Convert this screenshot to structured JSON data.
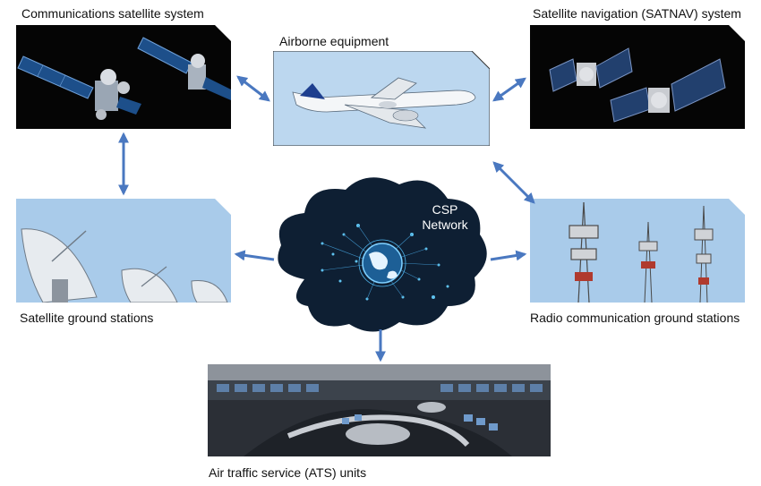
{
  "nodes": {
    "comm_sat": {
      "label": "Communications satellite system"
    },
    "satnav": {
      "label": "Satellite navigation (SATNAV) system"
    },
    "airborne": {
      "label": "Airborne equipment"
    },
    "sat_ground": {
      "label": "Satellite ground stations"
    },
    "radio_ground": {
      "label": "Radio communication ground stations"
    },
    "ats": {
      "label": "Air traffic service (ATS) units"
    },
    "csp": {
      "line1": "CSP",
      "line2": "Network"
    }
  },
  "colors": {
    "arrow": "#4a78c0",
    "panel_light": "#bcd7ef",
    "panel_dark": "#0a0a0a",
    "cloud": "#0e1f33"
  }
}
